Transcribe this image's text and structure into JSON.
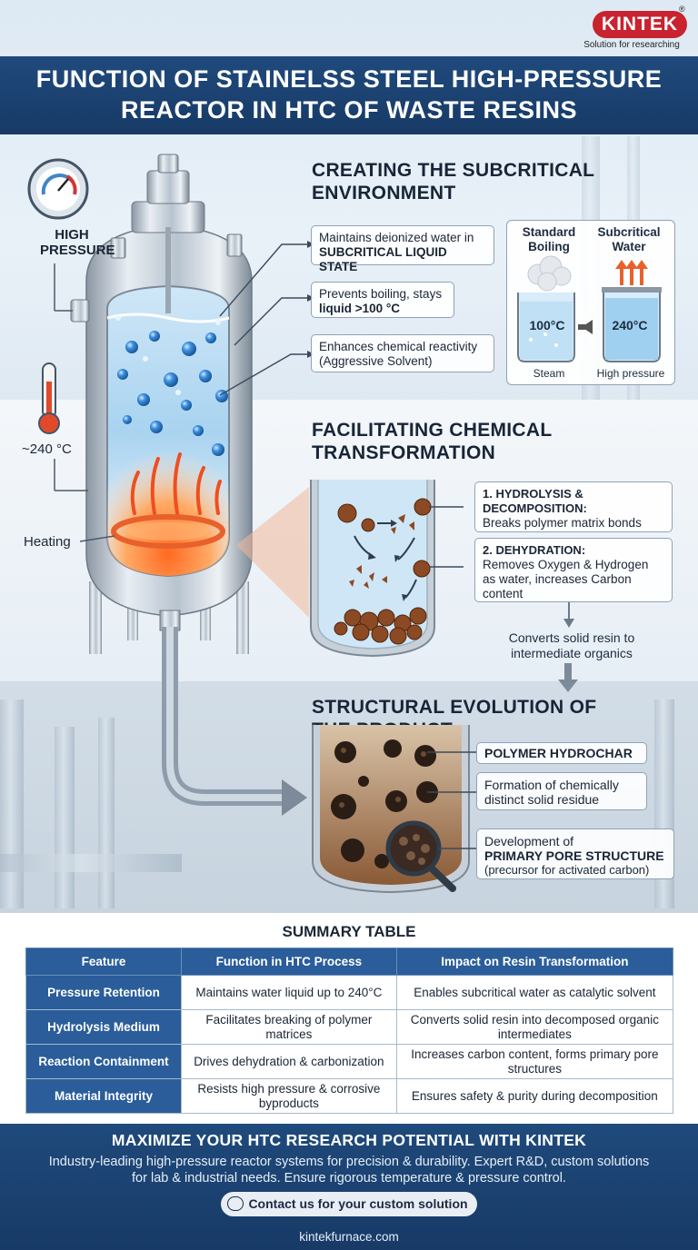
{
  "brand": {
    "logo": "KINTEK",
    "registered": "®",
    "tagline": "Solution for researching"
  },
  "title": "FUNCTION OF STAINELSS STEEL HIGH-PRESSURE REACTOR IN HTC OF WASTE RESINS",
  "reactor": {
    "pressure_label": "HIGH PRESSURE",
    "temp_label": "~240 °C",
    "heating_label": "Heating"
  },
  "section1": {
    "title": "CREATING THE SUBCRITICAL ENVIRONMENT",
    "callouts": [
      {
        "line1": "Maintains deionized water in",
        "line2": "SUBCRITICAL LIQUID STATE"
      },
      {
        "line1": "Prevents boiling, stays",
        "line2": "liquid >100 °C"
      },
      {
        "line1": "Enhances chemical reactivity",
        "line2": "(Aggressive Solvent)"
      }
    ],
    "comparison": {
      "left_title": "Standard Boiling",
      "right_title": "Subcritical Water",
      "left_temp": "100°C",
      "right_temp": "240°C",
      "left_caption": "Steam",
      "right_caption": "High pressure"
    }
  },
  "section2": {
    "title": "FACILITATING CHEMICAL TRANSFORMATION",
    "step1_title": "1. HYDROLYSIS & DECOMPOSITION:",
    "step1_text": "Breaks polymer matrix bonds",
    "step2_title": "2. DEHYDRATION:",
    "step2_text": "Removes Oxygen & Hydrogen as water, increases Carbon content",
    "converts": "Converts solid resin to intermediate organics"
  },
  "section3": {
    "title": "STRUCTURAL EVOLUTION OF THE PRODUCT",
    "callouts": [
      "POLYMER HYDROCHAR",
      "Formation of chemically distinct solid residue",
      "Development of",
      "PRIMARY PORE STRUCTURE",
      "(precursor for activated carbon)"
    ]
  },
  "summary": {
    "title": "SUMMARY TABLE",
    "headers": [
      "Feature",
      "Function in HTC Process",
      "Impact on Resin Transformation"
    ],
    "rows": [
      [
        "Pressure Retention",
        "Maintains water liquid up to 240°C",
        "Enables subcritical water as catalytic solvent"
      ],
      [
        "Hydrolysis Medium",
        "Facilitates breaking of polymer matrices",
        "Converts solid resin into decomposed organic intermediates"
      ],
      [
        "Reaction Containment",
        "Drives dehydration & carbonization",
        "Increases carbon content, forms primary pore structures"
      ],
      [
        "Material Integrity",
        "Resists high pressure & corrosive byproducts",
        "Ensures safety & purity during decomposition"
      ]
    ]
  },
  "footer": {
    "title": "MAXIMIZE YOUR HTC RESEARCH POTENTIAL WITH KINTEK",
    "text": "Industry-leading high-pressure reactor systems for precision & durability. Expert R&D, custom solutions for lab & industrial needs. Ensure rigorous temperature & pressure control.",
    "cta": "Contact us for your custom solution",
    "url": "kintekfurnace.com"
  },
  "colors": {
    "header_blue": "#1f4a7c",
    "brand_red": "#c8232f",
    "table_blue": "#2a5d9a",
    "accent_orange": "#e8612c"
  }
}
